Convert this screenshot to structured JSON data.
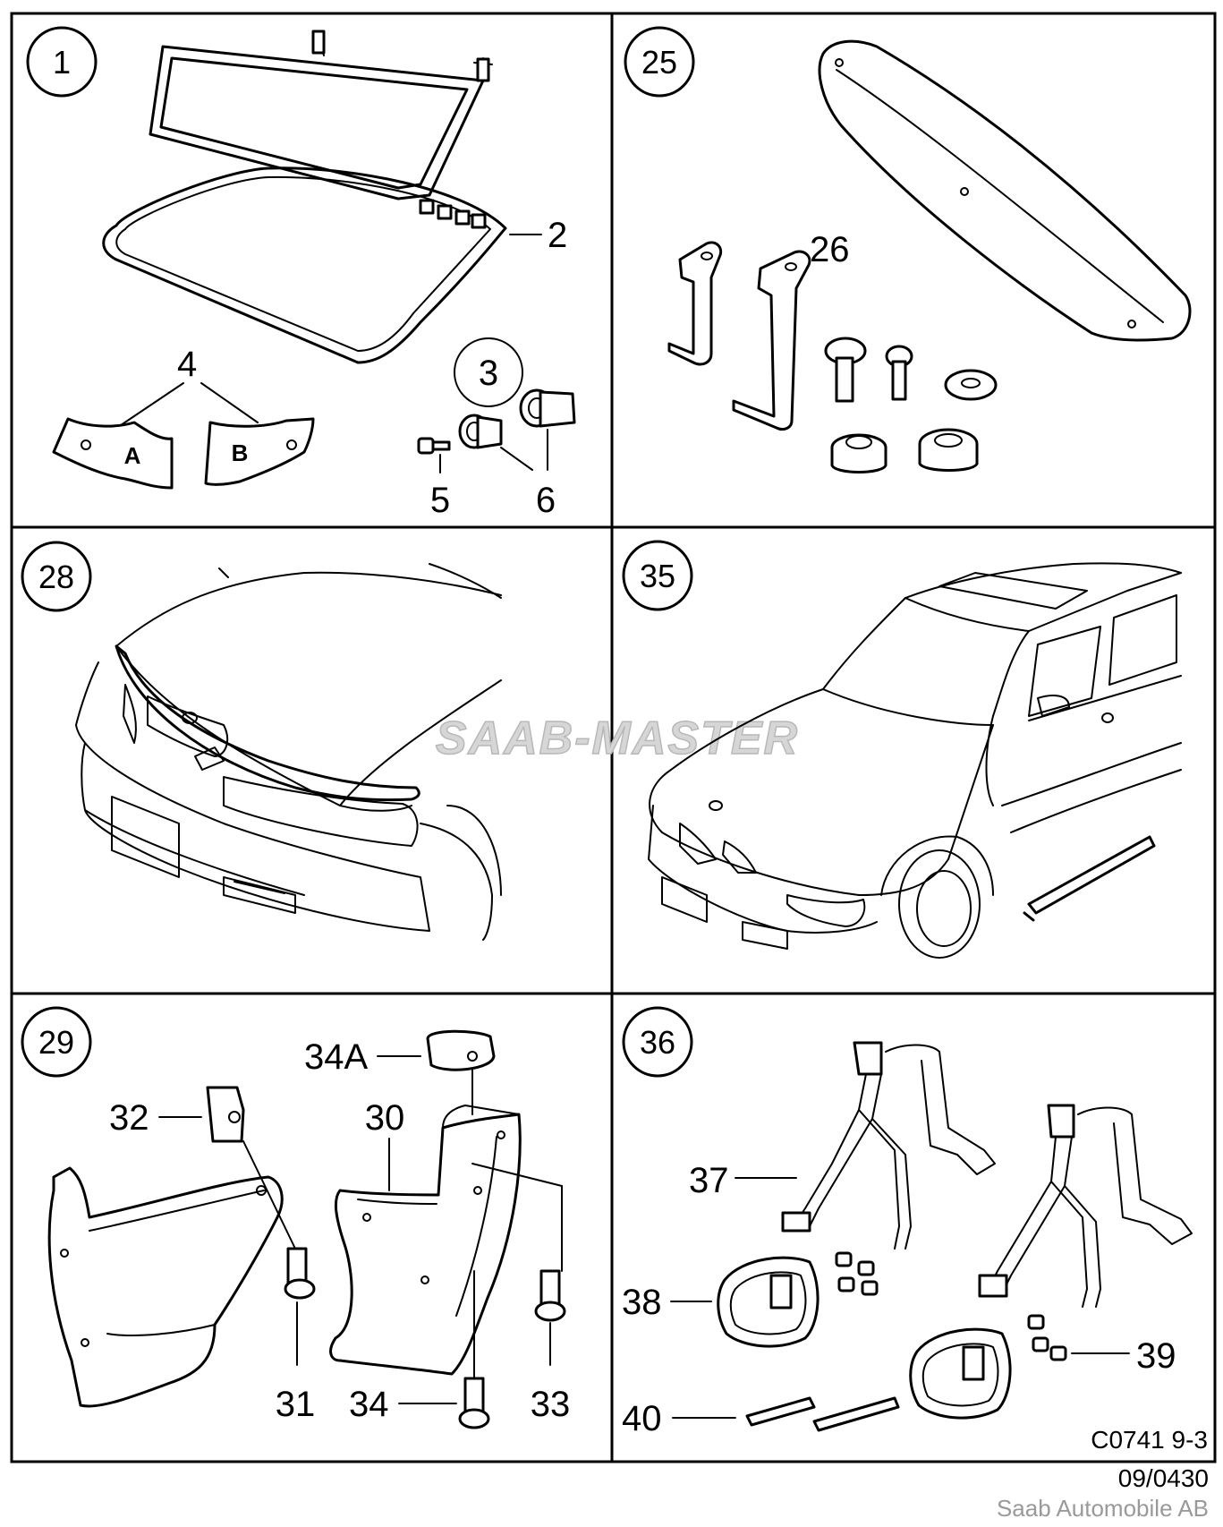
{
  "watermark": "SAAB-MASTER",
  "drawing_code": "C0741 9-3",
  "date_code": "09/0430",
  "publisher": "Saab Automobile AB",
  "panels": [
    {
      "number": "1",
      "callouts": [
        "2",
        "3",
        "4",
        "5",
        "6"
      ],
      "letters": [
        "A",
        "B"
      ]
    },
    {
      "number": "25",
      "callouts": [
        "26"
      ]
    },
    {
      "number": "28",
      "callouts": []
    },
    {
      "number": "35",
      "callouts": []
    },
    {
      "number": "29",
      "callouts": [
        "30",
        "31",
        "32",
        "33",
        "34",
        "34A"
      ]
    },
    {
      "number": "36",
      "callouts": [
        "37",
        "38",
        "39",
        "40"
      ]
    }
  ]
}
